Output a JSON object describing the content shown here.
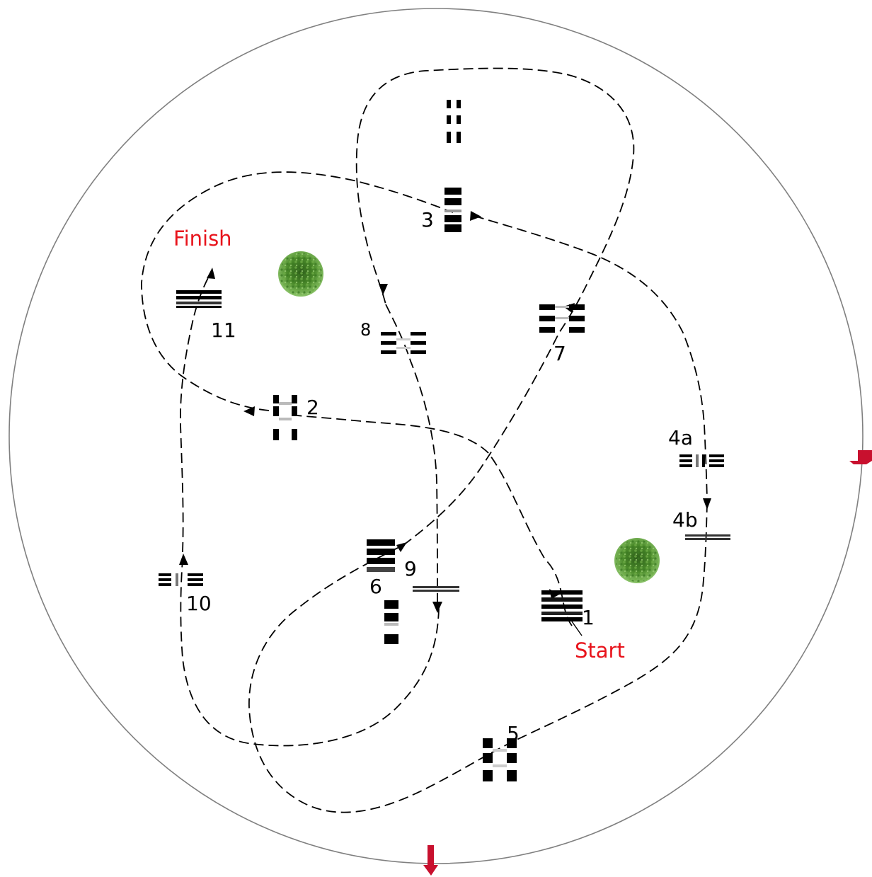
{
  "course": {
    "start_label": "Start",
    "finish_label": "Finish",
    "obstacles": [
      {
        "id": "1",
        "label": "1"
      },
      {
        "id": "2",
        "label": "2"
      },
      {
        "id": "3",
        "label": "3"
      },
      {
        "id": "4a",
        "label": "4a"
      },
      {
        "id": "4b",
        "label": "4b"
      },
      {
        "id": "5",
        "label": "5"
      },
      {
        "id": "6",
        "label": "6"
      },
      {
        "id": "7",
        "label": "7"
      },
      {
        "id": "8",
        "label": "8"
      },
      {
        "id": "9",
        "label": "9"
      },
      {
        "id": "10",
        "label": "10"
      },
      {
        "id": "11",
        "label": "11"
      }
    ],
    "colors": {
      "arena_border": "#808080",
      "route_line": "#000000",
      "start_finish_text": "#e8141c",
      "entry_marker": "#c8102e",
      "bush": "#4a8a2a"
    },
    "icons": [
      "bush-icon",
      "entry-arrow-icon",
      "direction-arrow-icon"
    ]
  }
}
